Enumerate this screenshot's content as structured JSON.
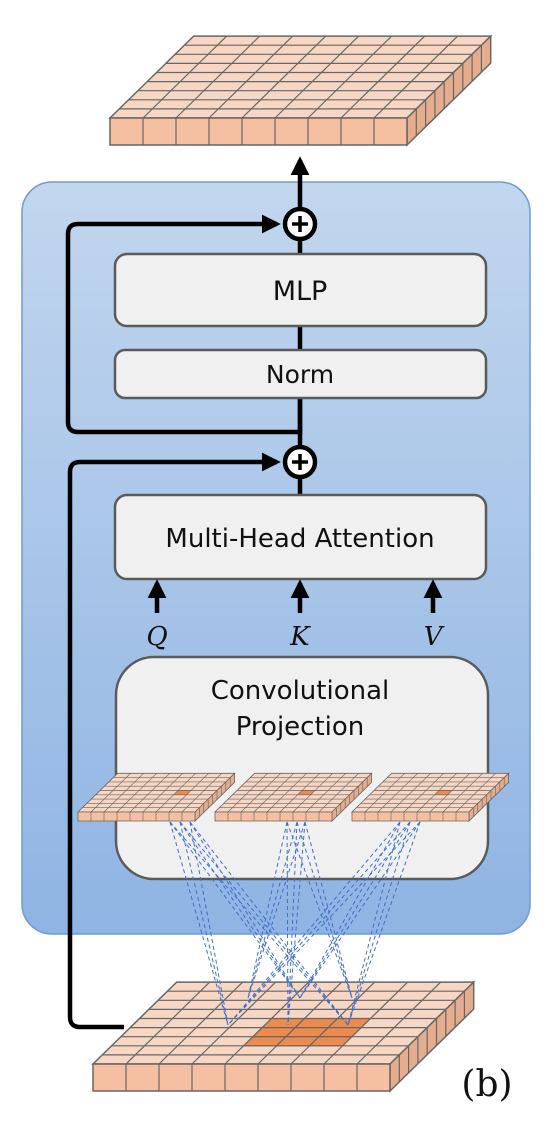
{
  "diagram": {
    "blocks": {
      "mlp": "MLP",
      "norm": "Norm",
      "attention": "Multi-Head Attention",
      "conv_line1": "Convolutional",
      "conv_line2": "Projection"
    },
    "inputs": [
      "Q",
      "K",
      "V"
    ],
    "plus_symbol": "+",
    "panel_label": "(b)"
  },
  "colors": {
    "panel_top": "#c2d6ee",
    "panel_bottom": "#8fb4e3",
    "panel_stroke": "#6f9ad6",
    "box_fill": "#f0f0f0",
    "box_stroke": "#5a5a5a",
    "token_top": "#f8d6c4",
    "token_front": "#f5c0a2",
    "token_side": "#e5ad8d",
    "token_grid": "#666666",
    "highlight": "#ed8a4e",
    "dashed": "#3f6fc9",
    "arrow": "#000000"
  }
}
